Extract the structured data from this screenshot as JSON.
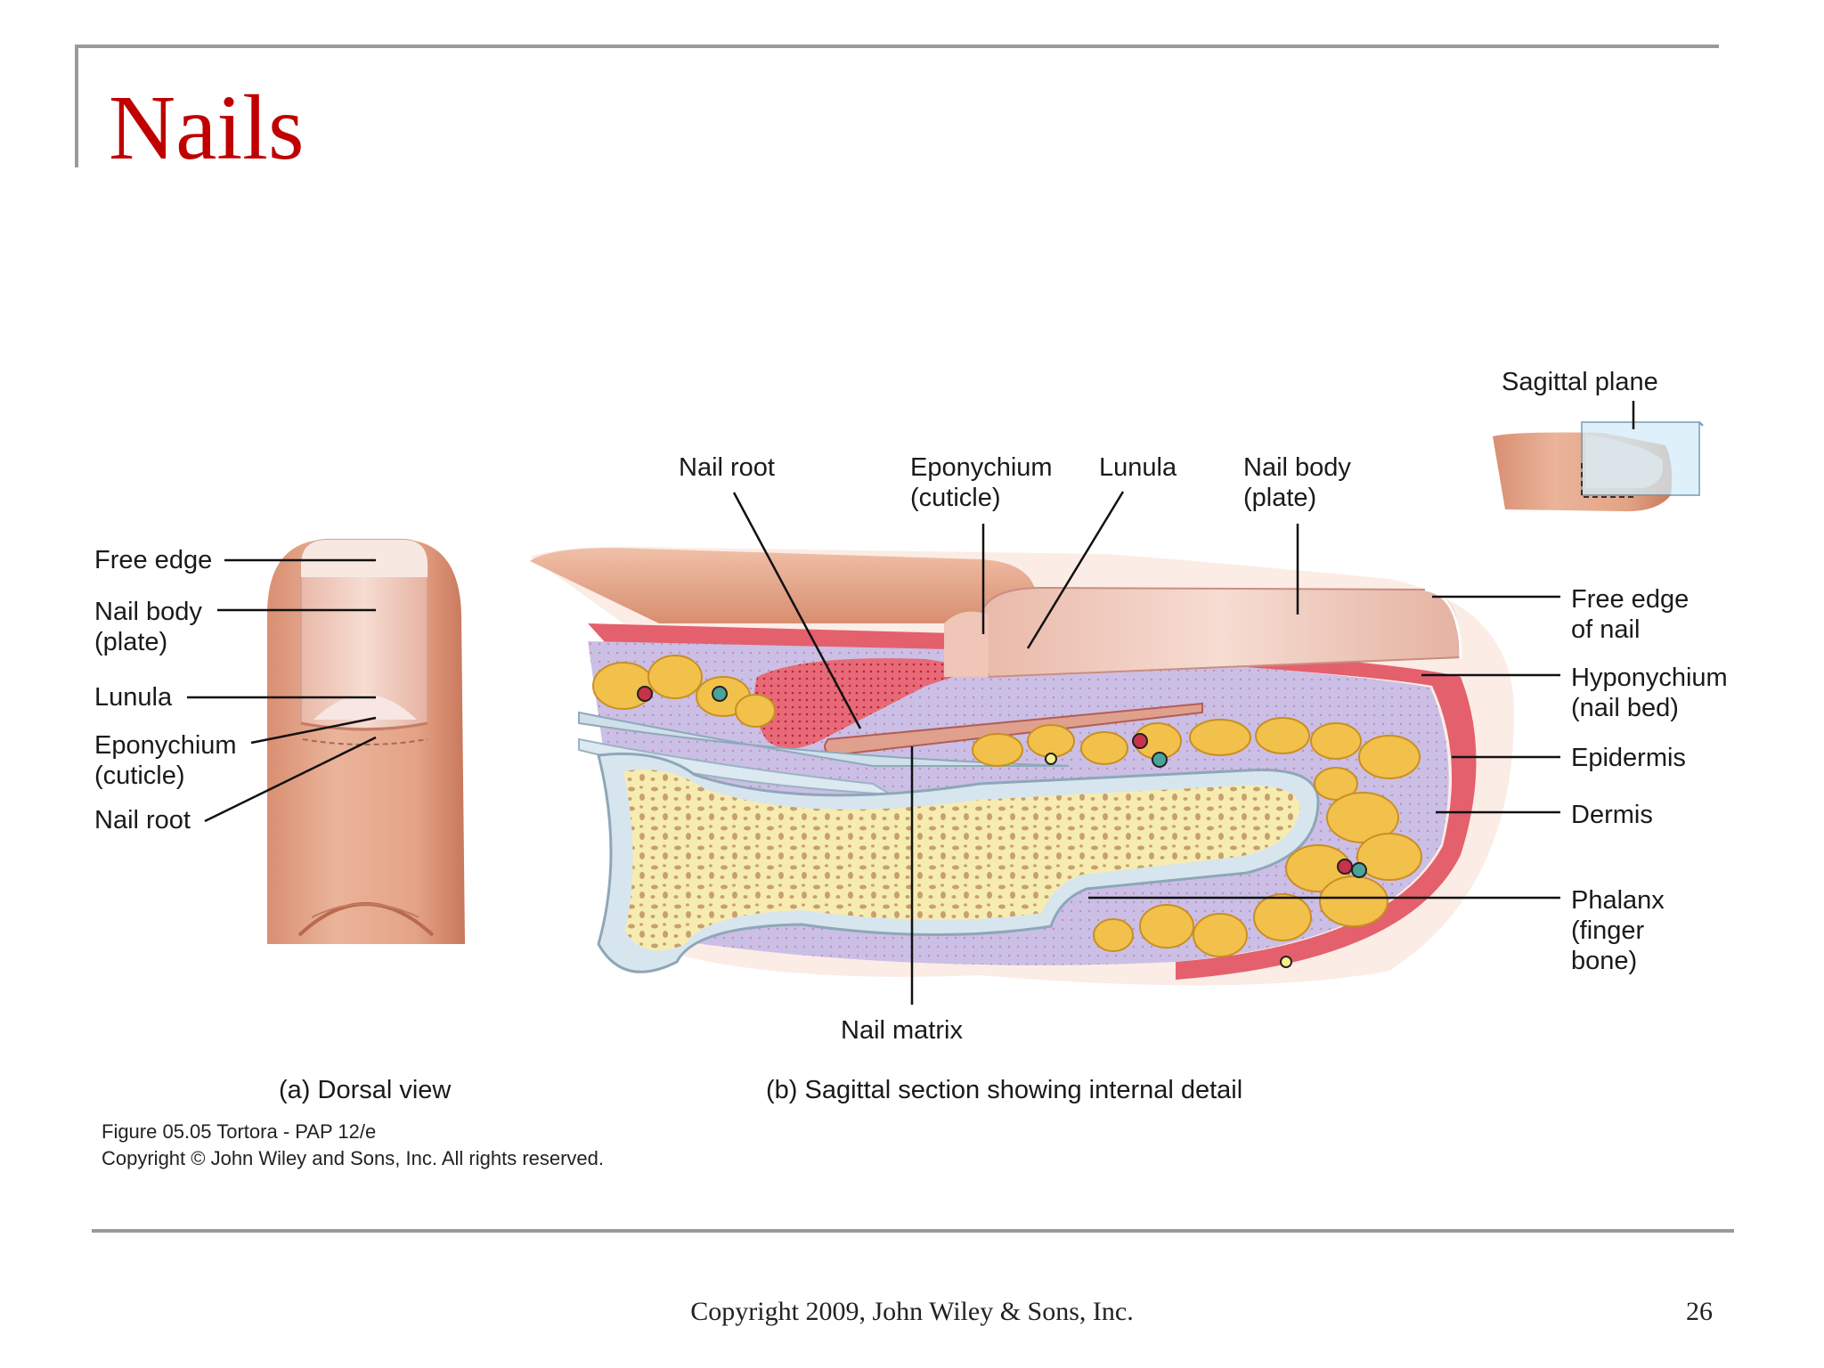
{
  "slide": {
    "title": "Nails",
    "footer": "Copyright 2009, John Wiley & Sons, Inc.",
    "page_number": "26"
  },
  "figure": {
    "dorsal_labels": {
      "free_edge": "Free edge",
      "nail_body": "Nail body\n(plate)",
      "lunula": "Lunula",
      "eponychium": "Eponychium\n(cuticle)",
      "nail_root": "Nail root"
    },
    "sagittal_labels": {
      "nail_root": "Nail root",
      "eponychium": "Eponychium\n(cuticle)",
      "lunula": "Lunula",
      "nail_body": "Nail body\n(plate)",
      "sagittal_plane": "Sagittal plane",
      "free_edge_of_nail": "Free edge\nof nail",
      "hyponychium": "Hyponychium\n(nail bed)",
      "epidermis": "Epidermis",
      "dermis": "Dermis",
      "phalanx": "Phalanx\n(finger\nbone)",
      "nail_matrix": "Nail matrix"
    },
    "captions": {
      "a": "(a) Dorsal view",
      "b": "(b) Sagittal section showing internal detail"
    },
    "credit": {
      "line1": "Figure 05.05  Tortora - PAP 12/e",
      "line2": "Copyright © John Wiley and Sons, Inc. All rights reserved."
    }
  },
  "colors": {
    "title_red": "#c00000",
    "skin": "#e3a486",
    "nail": "#f1cfc2",
    "epidermis_red": "#e0525f",
    "dermis_lavender": "#c9bce3",
    "fat_yellow": "#f0c04a",
    "bone_yellow": "#f7ecb0"
  }
}
